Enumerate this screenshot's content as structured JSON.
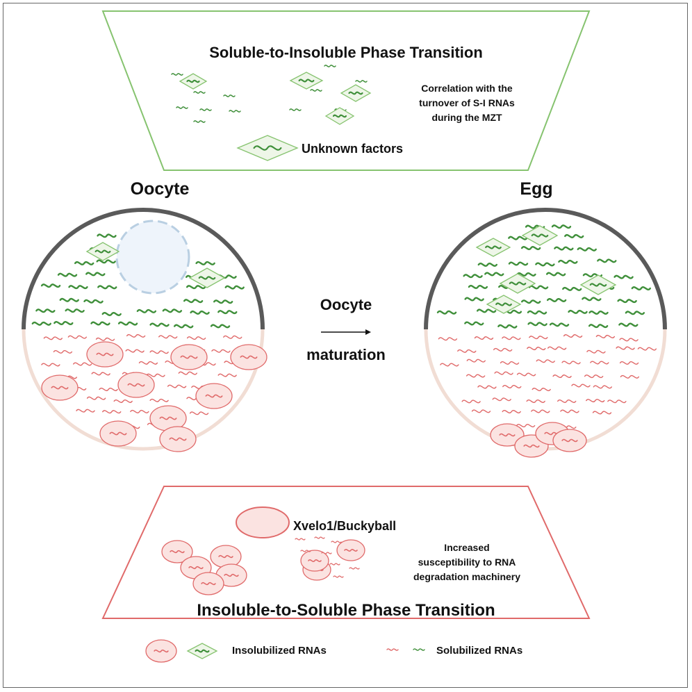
{
  "top_panel": {
    "title": "Soluble-to-Insoluble Phase Transition",
    "note_lines": [
      "Correlation with the",
      "turnover of S-I RNAs",
      "during the MZT"
    ],
    "legend_label": "Unknown factors"
  },
  "cells": {
    "left_label": "Oocyte",
    "right_label": "Egg",
    "arrow_top": "Oocyte",
    "arrow_bottom": "maturation"
  },
  "bottom_panel": {
    "legend_label": "Xvelo1/Buckyball",
    "note_lines": [
      "Increased",
      "susceptibility to RNA",
      "degradation machinery"
    ],
    "title": "Insoluble-to-Soluble Phase Transition"
  },
  "legend": {
    "insolubilized": "Insolubilized RNAs",
    "solubilized": "Solubilized RNAs"
  },
  "colors": {
    "green": "#3f8f3a",
    "green_panel": "#86c36f",
    "red": "#e06a6a",
    "red_fill": "#fbe3e1",
    "membrane_top": "#5a5a5a",
    "membrane_bottom": "#f1ddd4",
    "nucleus_fill": "#eef4fb",
    "nucleus_stroke": "#b9cfe2"
  }
}
